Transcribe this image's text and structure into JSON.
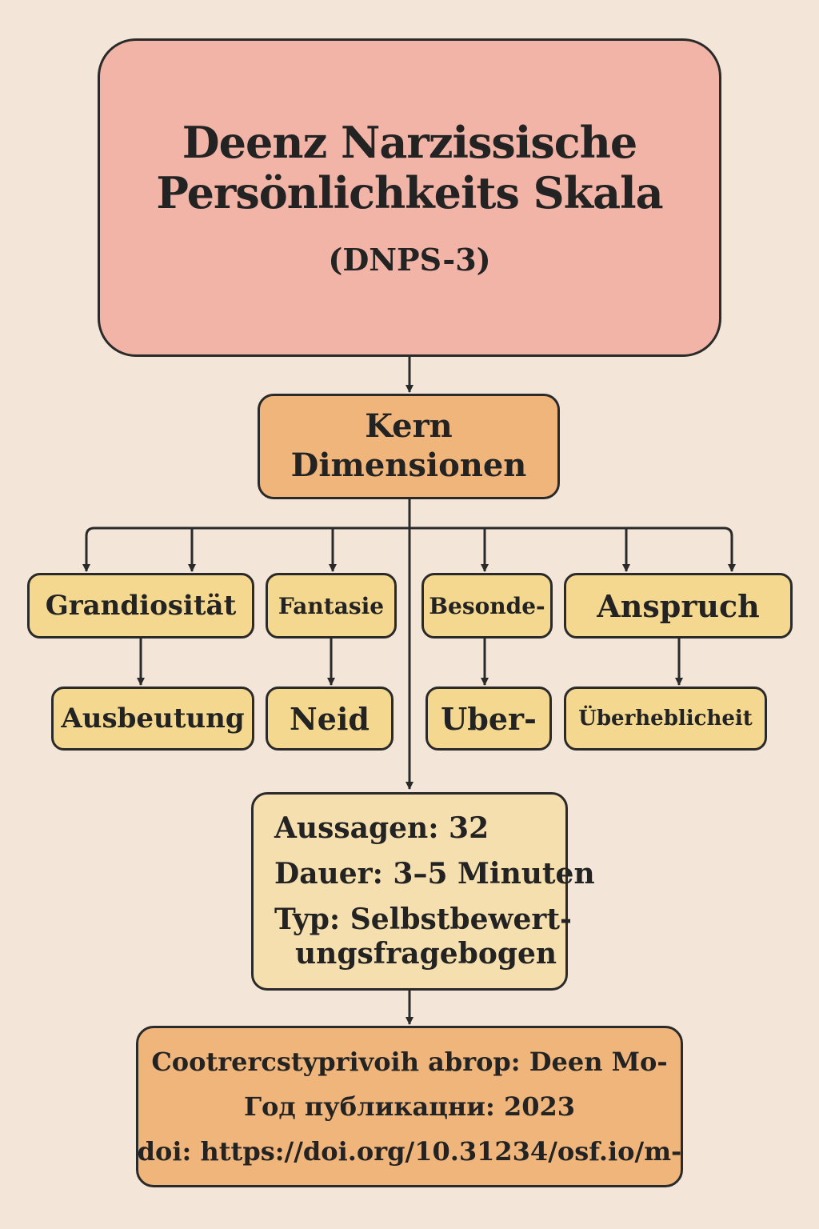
{
  "title": {
    "line1": "Deenz Narzissische",
    "line2": "Persönlichkeits Skala",
    "abbr": "(DNPS-3)"
  },
  "kern": {
    "line1": "Kern",
    "line2": "Dimensionen"
  },
  "dimensions": {
    "row1": [
      "Grandiosität",
      "Fantasie",
      "Besonde-",
      "Anspruch"
    ],
    "row2": [
      "Ausbeutung",
      "Neid",
      "Uber-",
      "Überheblicheit"
    ]
  },
  "info": {
    "aussagen": "Aussagen: 32",
    "dauer": "Dauer: 3–5 Minuten",
    "typ_line1": "Typ: Selbstbewert-",
    "typ_line2": "ungsfragebogen"
  },
  "publication": {
    "line1": "Cootrercstyprivoih abrop: Deen Mo-",
    "line2": "Год публикацни: 2023",
    "line3": "doi: https://doi.org/10.31234/osf.io/m-"
  },
  "colors": {
    "background": "#f3e6d9",
    "title_fill": "#f1b4a6",
    "kern_fill": "#efb57b",
    "dimension_fill": "#f5d88f",
    "info_fill": "#f6dfae",
    "publication_fill": "#efb57b",
    "stroke": "#2a2a2a"
  }
}
